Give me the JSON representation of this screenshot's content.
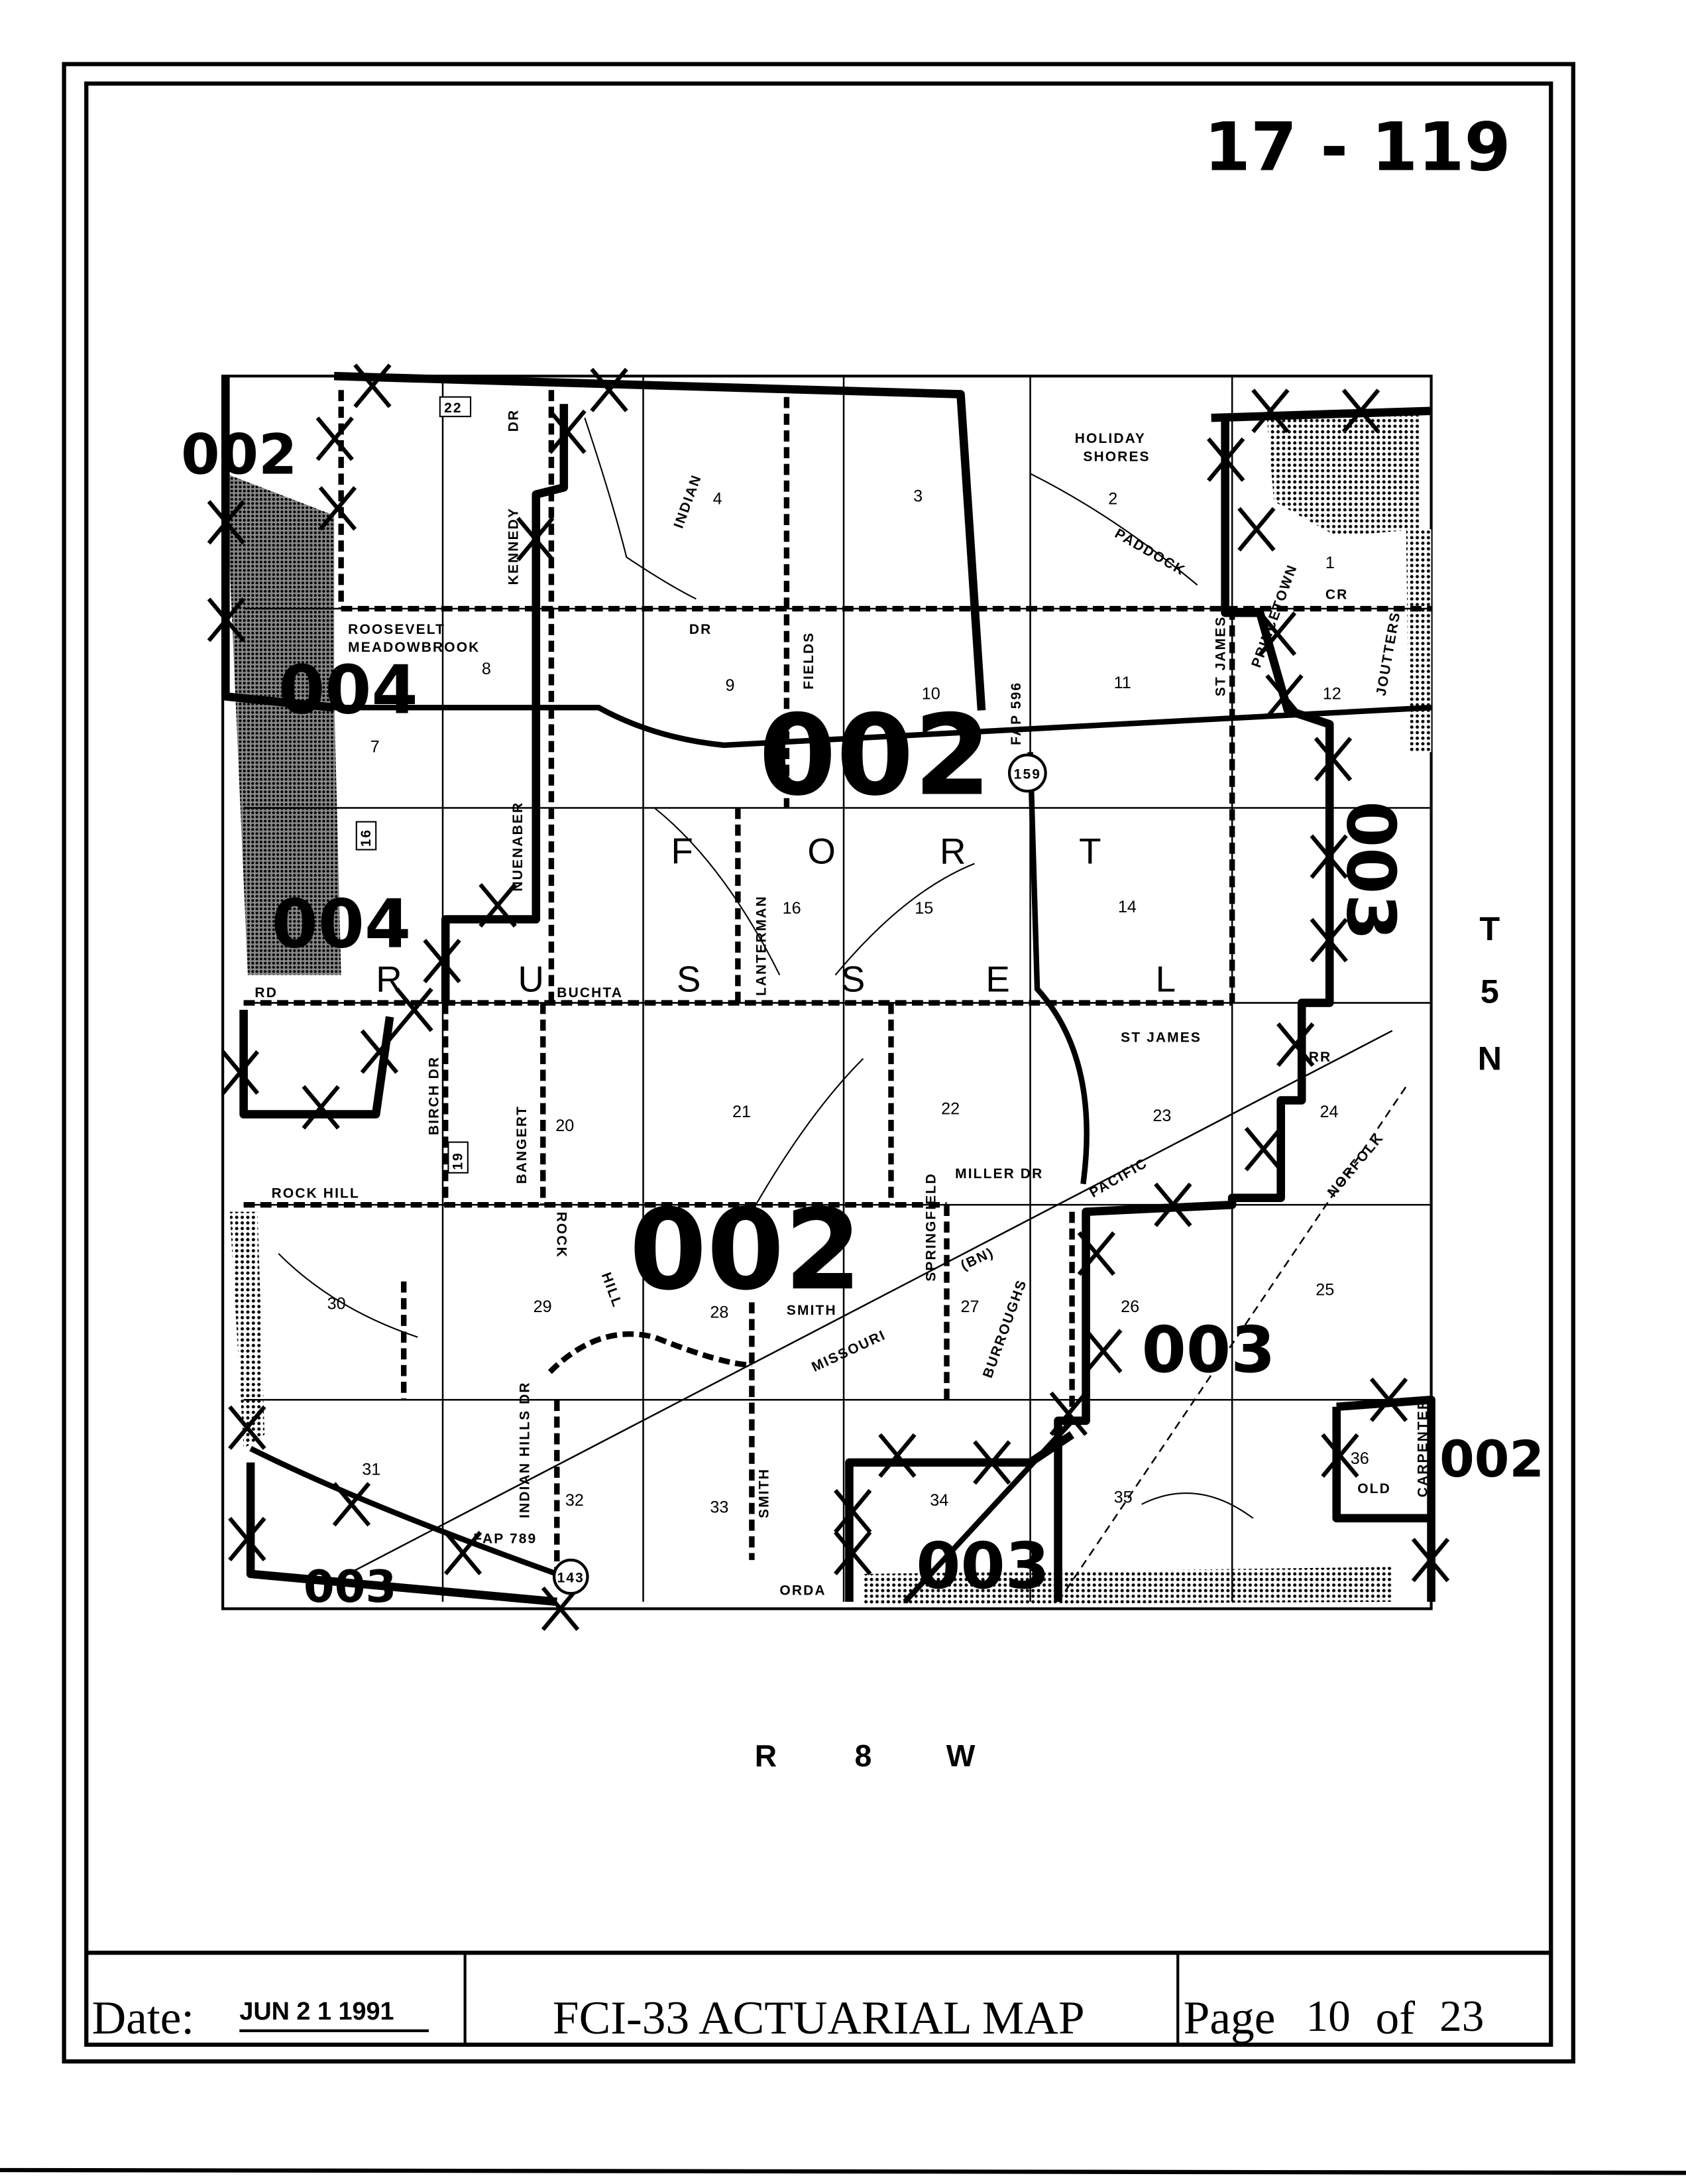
{
  "document": {
    "map_number": "17 - 119",
    "township": [
      "T",
      "5",
      "N"
    ],
    "range": [
      "R",
      "8",
      "W"
    ]
  },
  "footer": {
    "date_label": "Date:",
    "date_value": "JUN 2 1 1991",
    "title": "FCI-33 ACTUARIAL MAP",
    "page_label": "Page",
    "page_current": "10",
    "page_of": "of",
    "page_total": "23"
  },
  "map": {
    "town_letters": [
      "F",
      "O",
      "R",
      "T",
      "R",
      "U",
      "S",
      "S",
      "E",
      "L"
    ],
    "sections": [
      "1",
      "2",
      "3",
      "4",
      "7",
      "8",
      "9",
      "10",
      "11",
      "12",
      "14",
      "15",
      "16",
      "20",
      "21",
      "22",
      "23",
      "24",
      "25",
      "26",
      "27",
      "28",
      "29",
      "30",
      "31",
      "32",
      "33",
      "34",
      "35",
      "36"
    ],
    "places": {
      "holiday": "HOLIDAY",
      "shores": "SHORES",
      "st_james": "ST JAMES"
    },
    "roads": {
      "paddock": "PADDOCK",
      "cr": "CR",
      "kennedy": "KENNEDY",
      "dr": "DR",
      "indian": "INDIAN",
      "fields": "FIELDS",
      "roosevelt": "ROOSEVELT",
      "meadowbrook": "MEADOWBROOK",
      "fap596": "FAP 596",
      "st_james_dr": "ST JAMES",
      "princetown": "PRINCETOWN",
      "rd": "RD",
      "joutters": "JOUTTERS",
      "buchta": "BUCHTA",
      "lanterman": "LANTERMAN",
      "nuenaber": "NUENABER",
      "birch_dr": "BIRCH DR",
      "bangert": "BANGERT",
      "rock_hill": "ROCK HILL",
      "miller_dr": "MILLER DR",
      "pacific": "PACIFIC",
      "missouri": "MISSOURI",
      "norfolk": "NORFOLK",
      "springfield": "SPRINGFIELD",
      "smith": "SMITH",
      "burroughs": "BURROUGHS",
      "indian_hills": "INDIAN HILLS DR",
      "fap789": "FAP 789",
      "orda": "ORDA",
      "old": "OLD",
      "carpenter": "CARPENTER",
      "bn": "(BN)",
      "rr": "RR",
      "hill": "HILL",
      "rock": "ROCK",
      "smith2": "SMITH"
    },
    "route_shields": [
      "22",
      "19",
      "16",
      "159",
      "143"
    ],
    "rating_zones": {
      "z002_nw": "002",
      "z002_center": "002",
      "z002_south": "002",
      "z002_se": "002",
      "z004_north": "004",
      "z004_west": "004",
      "z003_east": "003",
      "z003_se": "003",
      "z003_south": "003",
      "z003_sw": "003"
    }
  }
}
